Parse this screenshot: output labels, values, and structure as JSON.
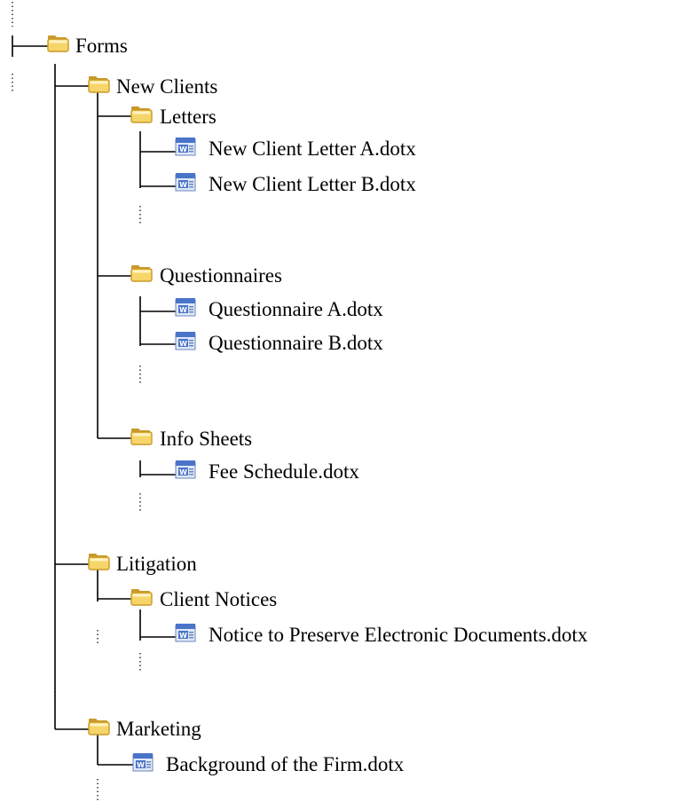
{
  "tree": {
    "root_folder": "Forms",
    "new_clients": {
      "label": "New Clients",
      "letters": {
        "label": "Letters",
        "files": [
          "New Client Letter A.dotx",
          "New Client Letter B.dotx"
        ]
      },
      "questionnaires": {
        "label": "Questionnaires",
        "files": [
          "Questionnaire A.dotx",
          "Questionnaire B.dotx"
        ]
      },
      "info_sheets": {
        "label": "Info Sheets",
        "files": [
          "Fee Schedule.dotx"
        ]
      }
    },
    "litigation": {
      "label": "Litigation",
      "client_notices": {
        "label": "Client Notices",
        "files": [
          "Notice to Preserve Electronic Documents.dotx"
        ]
      }
    },
    "marketing": {
      "label": "Marketing",
      "files": [
        "Background of the Firm.dotx"
      ]
    }
  },
  "icons": {
    "folder": "folder-icon",
    "document": "word-document-icon"
  },
  "colors": {
    "line": "#000000",
    "folder_fill": "#f6d56a",
    "folder_edge": "#c89a2a",
    "doc_fill": "#4a74c8",
    "doc_page": "#dfe8f8"
  }
}
